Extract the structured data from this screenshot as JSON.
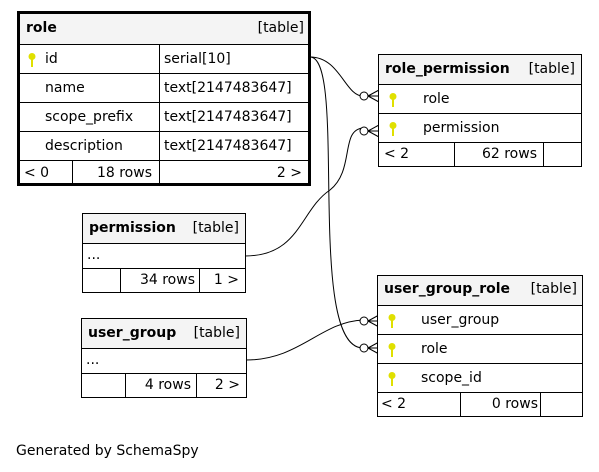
{
  "footer": "Generated by SchemaSpy",
  "colors": {
    "key": "#e0e000",
    "header_bg": "#f4f4f4",
    "border": "#000000"
  },
  "tables": {
    "role": {
      "name": "role",
      "type": "[table]",
      "columns": [
        {
          "name": "id",
          "type": "serial[10]",
          "key": true
        },
        {
          "name": "name",
          "type": "text[2147483647]",
          "key": false
        },
        {
          "name": "scope_prefix",
          "type": "text[2147483647]",
          "key": false
        },
        {
          "name": "description",
          "type": "text[2147483647]",
          "key": false
        }
      ],
      "footer": {
        "parents": "< 0",
        "rows": "18 rows",
        "children": "2 >"
      }
    },
    "role_permission": {
      "name": "role_permission",
      "type": "[table]",
      "columns": [
        {
          "name": "role",
          "key": true
        },
        {
          "name": "permission",
          "key": true
        }
      ],
      "footer": {
        "parents": "< 2",
        "rows": "62 rows",
        "children": ""
      }
    },
    "permission": {
      "name": "permission",
      "type": "[table]",
      "body": "...",
      "footer": {
        "parents": "",
        "rows": "34 rows",
        "children": "1 >"
      }
    },
    "user_group": {
      "name": "user_group",
      "type": "[table]",
      "body": "...",
      "footer": {
        "parents": "",
        "rows": "4 rows",
        "children": "2 >"
      }
    },
    "user_group_role": {
      "name": "user_group_role",
      "type": "[table]",
      "columns": [
        {
          "name": "user_group",
          "key": true
        },
        {
          "name": "role",
          "key": true
        },
        {
          "name": "scope_id",
          "key": true
        }
      ],
      "footer": {
        "parents": "< 2",
        "rows": "0 rows",
        "children": ""
      }
    }
  },
  "relationships": [
    {
      "from": "role.id",
      "to": "role_permission.role"
    },
    {
      "from": "role.id",
      "to": "user_group_role.role"
    },
    {
      "from": "permission",
      "to": "role_permission.permission"
    },
    {
      "from": "user_group",
      "to": "user_group_role.user_group"
    }
  ]
}
